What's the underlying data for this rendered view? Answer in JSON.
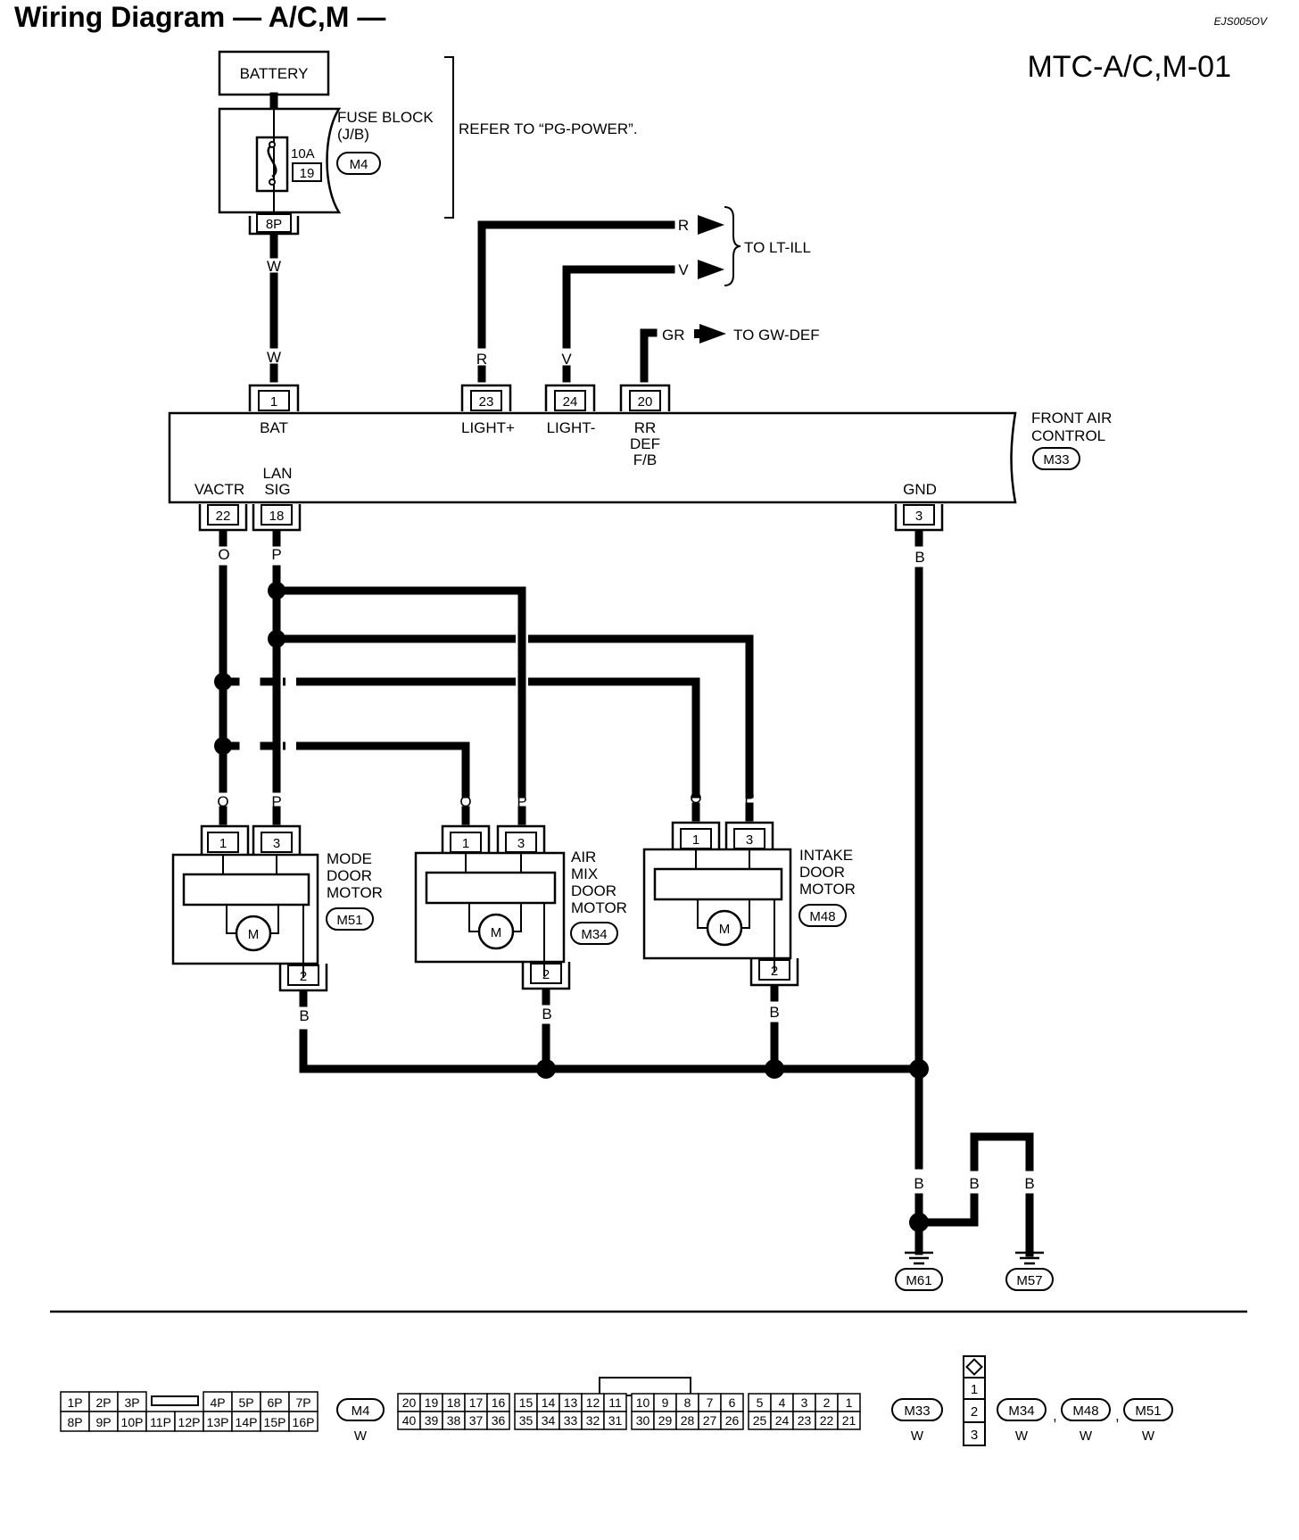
{
  "header": {
    "title": "Wiring Diagram — A/C,M —",
    "doc_code": "EJS005OV",
    "page_code": "MTC-A/C,M-01"
  },
  "power": {
    "battery": "BATTERY",
    "fuse_block": "FUSE BLOCK",
    "fuse_block_sub": "(J/B)",
    "fuse_amp": "10A",
    "fuse_no": "19",
    "fuse_conn": "M4",
    "fuse_pin": "8P",
    "refer": "REFER TO “PG-POWER”."
  },
  "wires": {
    "w": "W",
    "r": "R",
    "v": "V",
    "gr": "GR",
    "o": "O",
    "p": "P",
    "b": "B"
  },
  "outputs": {
    "lt_ill": "TO LT-ILL",
    "gw_def": "TO GW-DEF"
  },
  "control": {
    "name_line1": "FRONT AIR",
    "name_line2": "CONTROL",
    "conn": "M33",
    "top_pins": [
      {
        "no": "1",
        "label": "BAT"
      },
      {
        "no": "23",
        "label": "LIGHT+"
      },
      {
        "no": "24",
        "label": "LIGHT-"
      },
      {
        "no": "20",
        "label": "RR",
        "label2": "DEF",
        "label3": "F/B"
      }
    ],
    "bottom_pins": [
      {
        "no": "22",
        "label": "VACTR"
      },
      {
        "no": "18",
        "label": "LAN",
        "label2": "SIG"
      },
      {
        "no": "3",
        "label": "GND"
      }
    ]
  },
  "motors": [
    {
      "lines": [
        "MODE",
        "DOOR",
        "MOTOR"
      ],
      "conn": "M51"
    },
    {
      "lines": [
        "AIR",
        "MIX",
        "DOOR",
        "MOTOR"
      ],
      "conn": "M34"
    },
    {
      "lines": [
        "INTAKE",
        "DOOR",
        "MOTOR"
      ],
      "conn": "M48"
    }
  ],
  "motor_pins": {
    "p1": "1",
    "p3": "3",
    "p2": "2",
    "m": "M"
  },
  "grounds": [
    "M61",
    "M57"
  ],
  "legend": {
    "m4": {
      "row1": [
        "1P",
        "2P",
        "3P",
        "",
        "4P",
        "5P",
        "6P",
        "7P"
      ],
      "row2": [
        "8P",
        "9P",
        "10P",
        "11P",
        "12P",
        "13P",
        "14P",
        "15P",
        "16P"
      ],
      "conn": "M4",
      "color": "W"
    },
    "m33": {
      "row1": [
        "20",
        "19",
        "18",
        "17",
        "16",
        "15",
        "14",
        "13",
        "12",
        "11",
        "10",
        "9",
        "8",
        "7",
        "6",
        "5",
        "4",
        "3",
        "2",
        "1"
      ],
      "row2": [
        "40",
        "39",
        "38",
        "37",
        "36",
        "35",
        "34",
        "33",
        "32",
        "31",
        "30",
        "29",
        "28",
        "27",
        "26",
        "25",
        "24",
        "23",
        "22",
        "21"
      ],
      "conn": "M33",
      "color": "W"
    },
    "small": {
      "pins": [
        "1",
        "2",
        "3"
      ],
      "conns": [
        "M34",
        "M48",
        "M51"
      ],
      "colors": [
        "W",
        "W",
        "W"
      ],
      "sep": ","
    }
  }
}
